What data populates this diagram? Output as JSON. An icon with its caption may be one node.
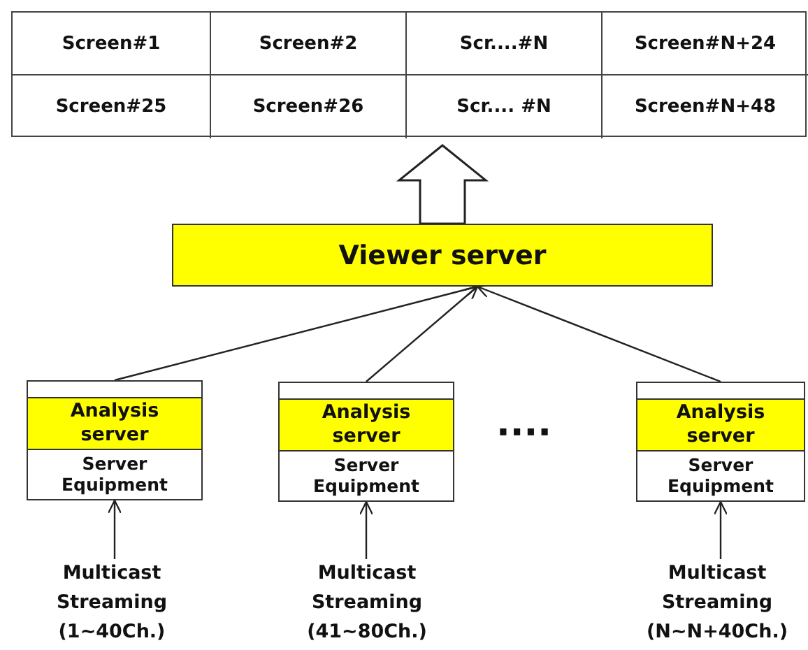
{
  "diagram": {
    "nodes": [
      {
        "text": [],
        "shape": "box"
      },
      {
        "text": [
          "Screen#1"
        ],
        "in": 0
      },
      {
        "text": [
          "Screen#2"
        ],
        "in": 0
      },
      {
        "text": [
          "Scr....#N"
        ],
        "in": 0
      },
      {
        "text": [
          "Screen#N+24"
        ],
        "in": 0
      },
      {
        "text": [
          "Screen#25"
        ],
        "in": 0
      },
      {
        "text": [
          "Screen#26"
        ],
        "in": 0
      },
      {
        "text": [
          "Scr.... #N"
        ],
        "in": 0
      },
      {
        "text": [
          "Screen#N+48"
        ],
        "in": 0
      },
      {
        "text": [
          "Viewer server"
        ]
      },
      {
        "text": [
          "Analysis server",
          "Server Equipment"
        ]
      },
      {
        "text": [
          "Analysis server",
          "Server Equipment"
        ]
      },
      {
        "text": [
          "Analysis server",
          "Server Equipment"
        ]
      },
      {
        "text": [
          "Multicast Streaming (1~40Ch.)"
        ]
      },
      {
        "text": [
          "Multicast Streaming (41~80Ch.)"
        ]
      },
      {
        "text": [
          "Multicast Streaming (N~N+40Ch.)"
        ]
      }
    ],
    "edges": [
      {
        "from": 9,
        "to": 0,
        "arrow": "to",
        "style": "thick"
      },
      {
        "from": 10,
        "to": 9,
        "arrow": "to"
      },
      {
        "from": 11,
        "to": 9,
        "arrow": "to"
      },
      {
        "from": 12,
        "to": 9,
        "arrow": "to"
      },
      {
        "from": 13,
        "to": 10,
        "arrow": "to"
      },
      {
        "from": 14,
        "to": 11,
        "arrow": "to"
      },
      {
        "from": 15,
        "to": 12,
        "arrow": "to"
      }
    ],
    "labels": [
      "····"
    ]
  }
}
